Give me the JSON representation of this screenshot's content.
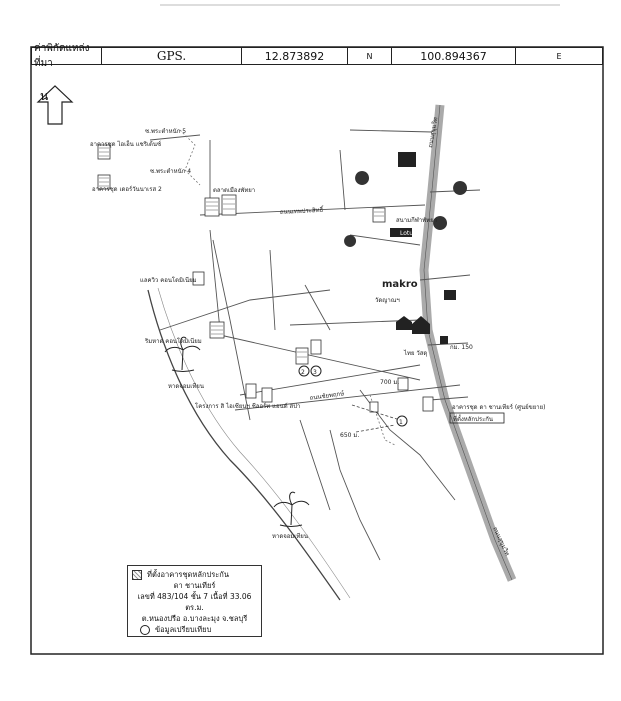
{
  "header": {
    "label": "ค่าพิกัดแหล่งที่มา",
    "gps_label": "GPS.",
    "latitude": "12.873892",
    "lat_dir": "N",
    "longitude": "100.894367",
    "lon_dir": "E"
  },
  "north": "น",
  "places": {
    "subject": "อาคารชุด ดา ชานเทียร์\n(ศูนย์ขยาย)",
    "landmark_box": "ที่ตั้งหลักประกัน",
    "lotus": "Lotus",
    "makro": "makro",
    "pattaya_stadium": "สนามกีฬาพัทยา",
    "soi_note_1": "ซ.พระตำหนัก 5",
    "soi_note_2": "ซ.พระตำหนัก 4",
    "condo_top_1": "อาคารชุด ไอเฮ็น แชริเด้นซ์",
    "condo_top_2": "อาคารชุด เดอร์วันนาเรส 2",
    "market": "ตลาดเมืองพัทยา",
    "condo_left_1": "แลควิว คอนโดมิเนียม",
    "condo_left_2": "ริมหาด คอนโดมิเนียม",
    "temple": "วัดญาณฯ",
    "beach_1": "หาดจอมเทียน",
    "beach_2": "หาดจอมเทียน",
    "project": "โครงการ\nสิ ไอเซียนฯ ชีลอร์ท แอนด์ สปา",
    "dist_700": "700 ม.",
    "dist_650": "650 ม.",
    "km": "กม. 150",
    "dept": "ไทย วัสดุ",
    "sukhumvit": "ถนนสุขุมวิท",
    "thepprasit": "ถนนเทพประสิทธิ์",
    "chaiyaphruek": "ถนนชัยพฤกษ์"
  },
  "legend": {
    "line1": "ที่ตั้งอาคารชุดหลักประกัน",
    "line2": "ดา ชานเทียร์",
    "line3": "เลขที่ 483/104 ชั้น 7 เนื้อที่ 33.06 ตร.ม.",
    "line4": "ต.หนองปรือ อ.บางละมุง จ.ชลบุรี",
    "line5": "ข้อมูลเปรียบเทียบ"
  }
}
